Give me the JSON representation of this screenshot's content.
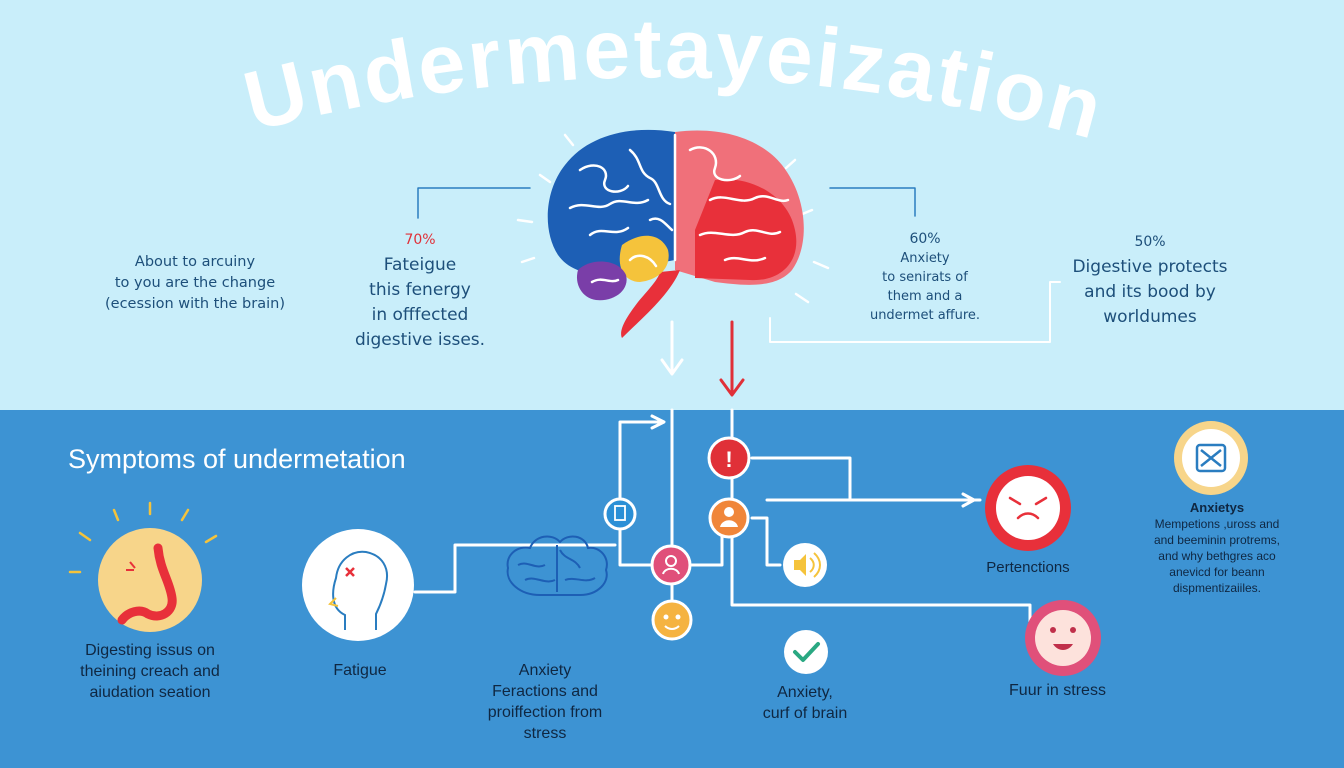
{
  "title": "Undermetayeization",
  "colors": {
    "top_bg": "#c9eefa",
    "bottom_bg": "#3d93d3",
    "brain_blue": "#1d5fb5",
    "brain_red": "#e8303a",
    "brain_pink": "#f0707a",
    "brain_yellow": "#f5c33b",
    "brain_purple": "#7a3ea8"
  },
  "top_stats": {
    "left": {
      "lines": [
        "About to arcuiny",
        "to you are the change",
        "(ecession with the brain)"
      ]
    },
    "fatigue": {
      "percent": "70%",
      "lines": [
        "Fateigue",
        "this fenergy",
        "in offfected",
        "digestive isses."
      ]
    },
    "anxiety": {
      "percent": "60%",
      "lines": [
        "Anxiety",
        "to senirats of",
        "them and a",
        "undermet affure."
      ]
    },
    "digestive": {
      "percent": "50%",
      "lines": [
        "Digestive protects",
        "and its bood by",
        "worldumes"
      ]
    }
  },
  "section_heading": "Symptoms of undermetation",
  "symptoms": [
    {
      "icon": "stomach-icon",
      "lines": [
        "Digesting issus on",
        "theining creach and",
        "aiudation seation"
      ]
    },
    {
      "icon": "head-pain-icon",
      "lines": [
        "Fatigue"
      ]
    },
    {
      "icon": "brain-icon",
      "lines": [
        "Anxiety",
        "Feractions and",
        "proiffection from",
        "stress"
      ]
    },
    {
      "icon": "check-icon",
      "lines": [
        "Anxiety,",
        "curf of brain"
      ]
    },
    {
      "icon": "smiley-face-icon",
      "lines": [
        "Fuur in stress"
      ]
    },
    {
      "icon": "angry-face-icon",
      "lines": [
        "Pertenctions"
      ]
    }
  ],
  "side_note": {
    "icon": "box-cross-icon",
    "title": "Anxietys",
    "lines": [
      "Mempetions ,uross and",
      "and beeminin protrems,",
      "and why bethgres aco",
      "anevicd for beann",
      "dispmentizaiiles."
    ]
  },
  "flow_nodes": [
    {
      "name": "alert-node",
      "icon": "exclamation-icon",
      "color": "#e03038"
    },
    {
      "name": "document-node",
      "icon": "document-icon",
      "color": "#2a8fd6"
    },
    {
      "name": "person-node",
      "icon": "person-icon",
      "color": "#f0863a"
    },
    {
      "name": "sound-node",
      "icon": "sound-icon",
      "color": "#f5c33b"
    },
    {
      "name": "user-node",
      "icon": "user-icon",
      "color": "#e0507a"
    },
    {
      "name": "face-node",
      "icon": "face-icon",
      "color": "#f5b341"
    }
  ]
}
